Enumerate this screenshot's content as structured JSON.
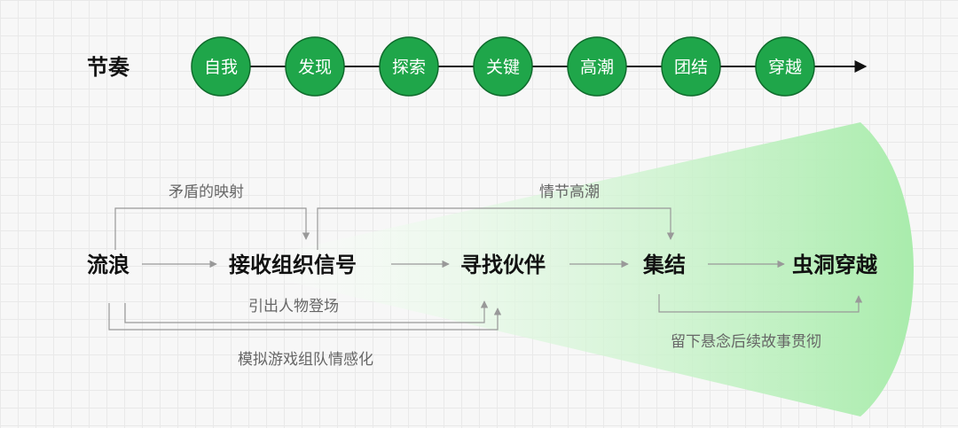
{
  "rhythm": {
    "label": "节奏",
    "steps": [
      "自我",
      "发现",
      "探索",
      "关键",
      "高潮",
      "团结",
      "穿越"
    ]
  },
  "flow": {
    "nodes": [
      "流浪",
      "接收组织信号",
      "寻找伙伴",
      "集结",
      "虫洞穿越"
    ],
    "annotations": {
      "conflict": "矛盾的映射",
      "climax": "情节高潮",
      "introduce": "引出人物登场",
      "team": "模拟游戏组队情感化",
      "suspense": "留下悬念后续故事贯彻"
    }
  },
  "colors": {
    "circle_fill": "#1fa64a",
    "circle_stroke": "#0f6b2c",
    "connector": "#999999",
    "glow": "#aef0b0"
  }
}
